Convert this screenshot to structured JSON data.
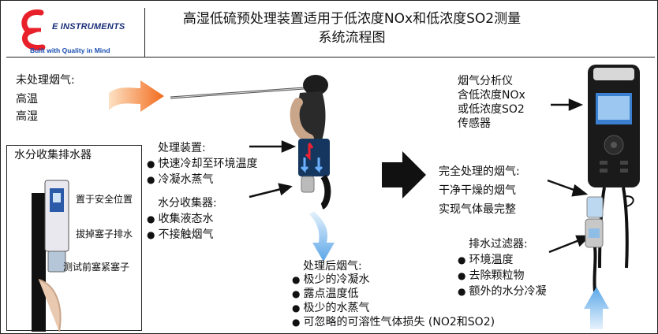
{
  "header": {
    "title_line1": "高湿低硫预处理装置适用于低浓度NOx和低浓度SO2测量",
    "title_line2": "系统流程图",
    "logo_text": "E INSTRUMENTS",
    "logo_tagline": "Built with Quality in Mind"
  },
  "raw_gas": {
    "label": "未处理烟气:",
    "line1": "高温",
    "line2": "高湿"
  },
  "collector_box": {
    "title": "水分收集排水器",
    "step1": "置于安全位置",
    "step2": "拔掉塞子排水",
    "step3": "测试前塞紧塞子"
  },
  "treatment": {
    "label": "处理装置:",
    "items": [
      "快速冷却至环境温度",
      "冷凝水蒸气"
    ]
  },
  "collector": {
    "label": "水分收集器:",
    "items": [
      "收集液态水",
      "不接触烟气"
    ]
  },
  "treated_gas": {
    "label": "处理后烟气:",
    "items": [
      "极少的冷凝水",
      "露点温度低",
      "极少的水蒸气",
      "可忽略的可溶性气体损失 (NO2和SO2)"
    ]
  },
  "analyzer": {
    "line1": "烟气分析仪",
    "line2": "含低浓度NOx",
    "line3": "或低浓度SO2",
    "line4": "传感器"
  },
  "clean_gas": {
    "line1": "完全处理的烟气:",
    "line2": "干净干燥的烟气",
    "line3": "实现气体最完整"
  },
  "drain_filter": {
    "label": "排水过滤器:",
    "items": [
      "环境温度",
      "去除颗粒物",
      "额外的水分冷凝"
    ]
  },
  "colors": {
    "logo_red": "#e8202a",
    "logo_blue": "#1a2f7a",
    "hot_arrow": "#f26b1d",
    "cool_arrow": "#5aa6e8"
  }
}
